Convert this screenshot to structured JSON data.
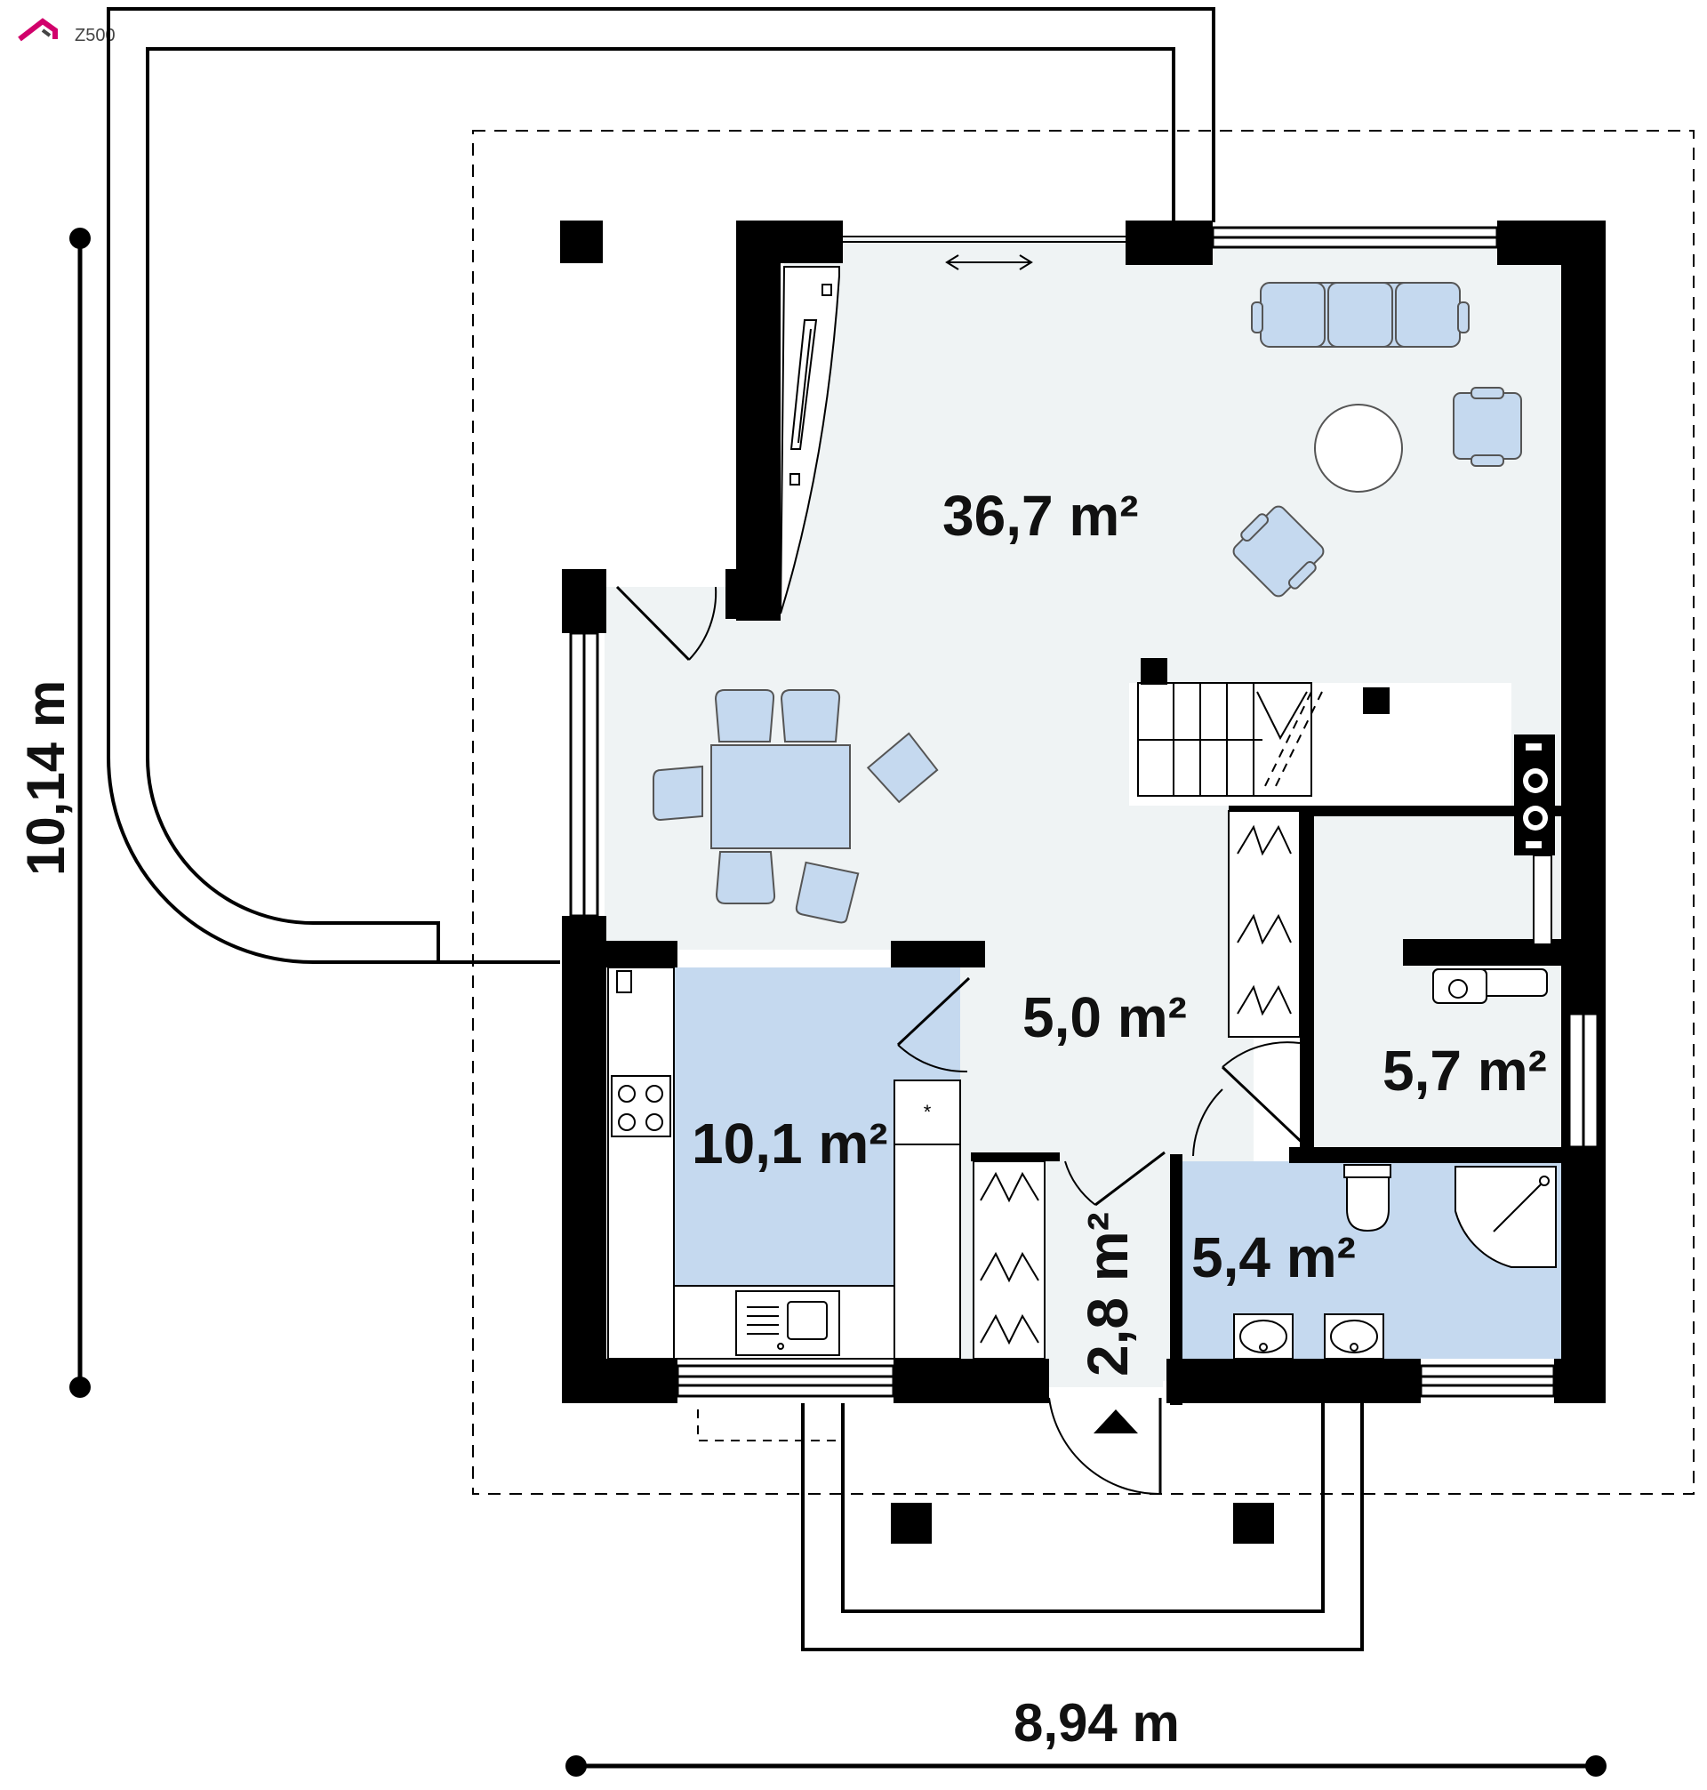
{
  "logo": {
    "text": "Z500"
  },
  "rooms": {
    "living": {
      "area": "36,7 m²"
    },
    "hall": {
      "area": "5,0 m²"
    },
    "kitchen": {
      "area": "10,1 m²"
    },
    "utility": {
      "area": "5,7 m²"
    },
    "bathroom": {
      "area": "5,4 m²"
    },
    "vestibule": {
      "area": "2,8 m²"
    }
  },
  "dimensions": {
    "width": "8,94 m",
    "depth": "10,14 m"
  },
  "colors": {
    "floor": "#eff3f4",
    "furniture": "#c5d9ef",
    "wall": "#000000",
    "accent": "#d1006b"
  }
}
